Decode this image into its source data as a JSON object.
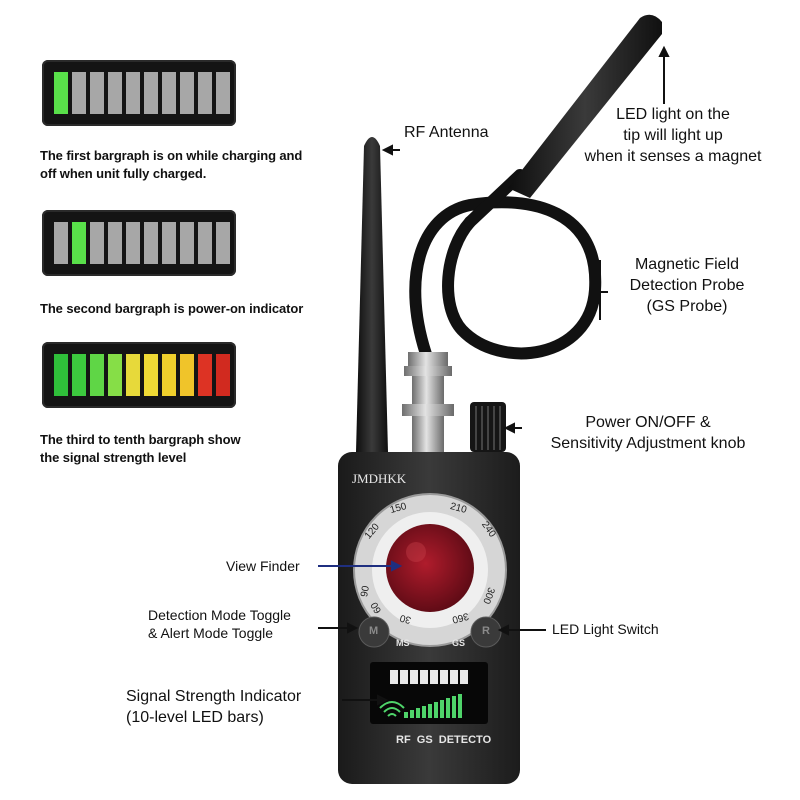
{
  "bargraphs": [
    {
      "caption_lines": [
        "The first bargraph is on while charging and",
        "off when unit fully charged."
      ],
      "bars": [
        "#59e04a",
        "#a7a7a7",
        "#a7a7a7",
        "#a7a7a7",
        "#a7a7a7",
        "#a7a7a7",
        "#a7a7a7",
        "#a7a7a7",
        "#a7a7a7",
        "#a7a7a7"
      ]
    },
    {
      "caption_lines": [
        "The second bargraph is power-on indicator"
      ],
      "bars": [
        "#a7a7a7",
        "#59e04a",
        "#a7a7a7",
        "#a7a7a7",
        "#a7a7a7",
        "#a7a7a7",
        "#a7a7a7",
        "#a7a7a7",
        "#a7a7a7",
        "#a7a7a7"
      ]
    },
    {
      "caption_lines": [
        "The third to tenth bargraph show",
        "the signal strength level"
      ],
      "bars": [
        "#2fbf3a",
        "#3cc93e",
        "#5fd646",
        "#86de47",
        "#e7d93a",
        "#efd935",
        "#efcf2c",
        "#f0c42a",
        "#dd3324",
        "#d12a1f"
      ]
    }
  ],
  "labels": {
    "rf_antenna": "RF Antenna",
    "led_tip": [
      "LED light on the",
      "tip will light up",
      "when it senses a magnet"
    ],
    "probe": [
      "Magnetic Field",
      "Detection Probe",
      "(GS Probe)"
    ],
    "power": [
      "Power ON/OFF &",
      "Sensitivity Adjustment knob"
    ],
    "view_finder": "View Finder",
    "detection_mode": [
      "Detection Mode Toggle",
      "& Alert Mode Toggle"
    ],
    "led_switch": "LED Light Switch",
    "signal_indicator": [
      "Signal Strength Indicator",
      "(10-level LED bars)"
    ]
  },
  "device": {
    "brand": "JMDHKK",
    "dial_numbers": [
      "90",
      "120",
      "150",
      "210",
      "240",
      "300",
      "360",
      "30",
      "60"
    ],
    "button_m": "M",
    "button_r": "R",
    "ms": "MS",
    "gs": "GS",
    "bottom_text": "RF  GS  DETECTO"
  },
  "colors": {
    "device_body": "#2a2a2a",
    "lens": "#8a1420",
    "bar_off": "#a7a7a7",
    "bar_on": "#59e04a"
  }
}
